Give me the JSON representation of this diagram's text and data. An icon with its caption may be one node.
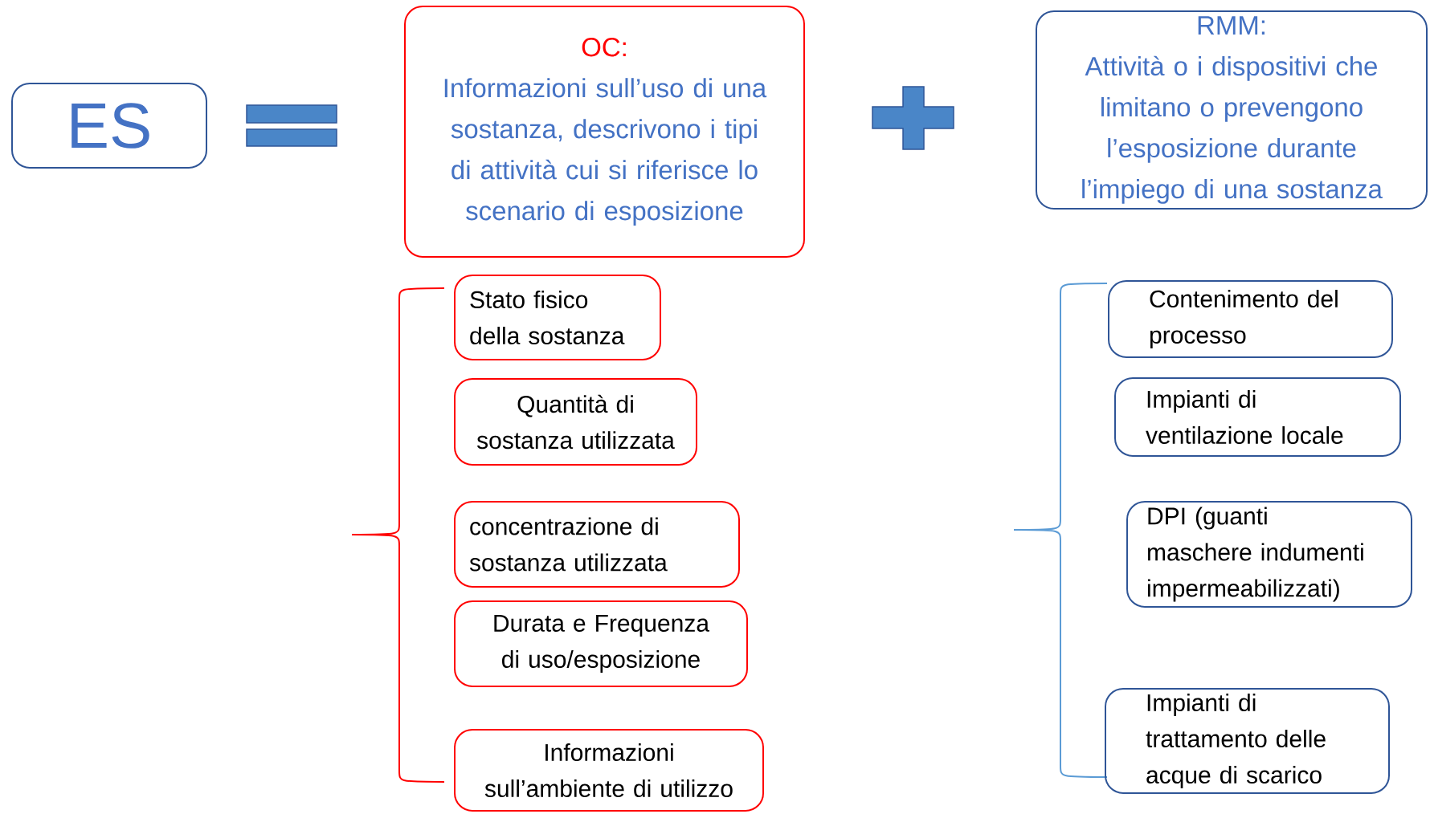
{
  "diagram": {
    "nodes": [
      {
        "text": [
          "ES"
        ]
      },
      {
        "text": [
          "OC:",
          "Informazioni sull’uso di una sostanza, descrivono i tipi di attività cui si riferisce lo scenario di esposizione"
        ]
      },
      {
        "text": [
          "RMM:",
          "Attività o i dispositivi che limitano o prevengono l’esposizione durante l’impiego di una sostanza"
        ]
      },
      {
        "text": [
          "Stato fisico della sostanza"
        ]
      },
      {
        "text": [
          "Quantità di sostanza utilizzata"
        ]
      },
      {
        "text": [
          "concentrazione di sostanza utilizzata"
        ]
      },
      {
        "text": [
          "Durata e Frequenza di uso/esposizione"
        ]
      },
      {
        "text": [
          "Informazioni sull’ambiente di utilizzo"
        ]
      },
      {
        "text": [
          "Contenimento del processo"
        ]
      },
      {
        "text": [
          "Impianti di ventilazione locale"
        ]
      },
      {
        "text": [
          "DPI (guanti maschere indumenti impermeabilizzati)"
        ]
      },
      {
        "text": [
          "Impianti di trattamento delle acque di scarico"
        ]
      }
    ]
  }
}
